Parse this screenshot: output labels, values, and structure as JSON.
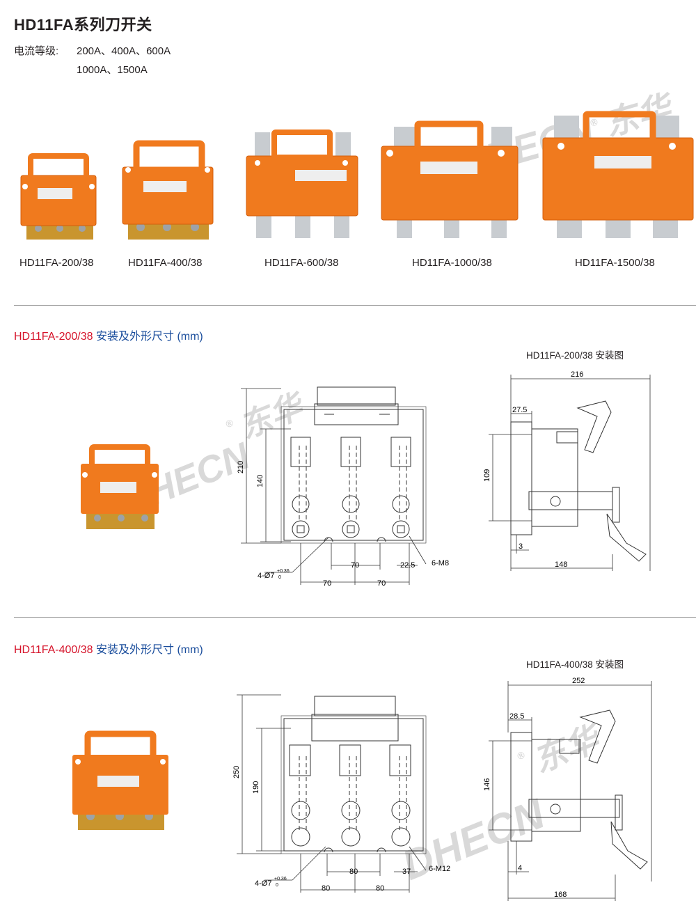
{
  "header": {
    "title": "HD11FA系列刀开关",
    "rating_label": "电流等级:",
    "rating_line1": "200A、400A、600A",
    "rating_line2": "1000A、1500A"
  },
  "watermark": {
    "brand": "HECN",
    "brand_cn": "东华",
    "reg": "®",
    "brand_alt": "DHECN"
  },
  "products": [
    {
      "model": "HD11FA-200/38"
    },
    {
      "model": "HD11FA-400/38"
    },
    {
      "model": "HD11FA-600/38"
    },
    {
      "model": "HD11FA-1000/38"
    },
    {
      "model": "HD11FA-1500/38"
    }
  ],
  "sections": [
    {
      "model": "HD11FA-200/38",
      "title_suffix": "安装及外形尺寸 (mm)",
      "install_title": "HD11FA-200/38 安装图",
      "dims": {
        "height_total": "210",
        "height_inner": "140",
        "pitch_top": "70",
        "edge": "22.5",
        "bolt": "6-M8",
        "pitch_bottom_a": "70",
        "pitch_bottom_b": "70",
        "hole": "4-Ø7",
        "tol_plus": "+0.36",
        "tol_zero": "0",
        "side_width": "216",
        "side_offset": "27.5",
        "side_height": "109",
        "side_gap": "3",
        "side_depth": "148"
      }
    },
    {
      "model": "HD11FA-400/38",
      "title_suffix": "安装及外形尺寸 (mm)",
      "install_title": "HD11FA-400/38 安装图",
      "dims": {
        "height_total": "250",
        "height_inner": "190",
        "pitch_top": "80",
        "edge": "37",
        "bolt": "6-M12",
        "pitch_bottom_a": "80",
        "pitch_bottom_b": "80",
        "hole": "4-Ø7",
        "tol_plus": "+0.36",
        "tol_zero": "0",
        "side_width": "252",
        "side_offset": "28.5",
        "side_height": "146",
        "side_gap": "4",
        "side_depth": "168"
      }
    }
  ],
  "colors": {
    "orange": "#f07a1e",
    "orange_dark": "#d45f0c",
    "silver": "#c8ccd0",
    "base": "#c9952e",
    "red_title": "#d6142b",
    "blue_title": "#1a4d9c"
  }
}
